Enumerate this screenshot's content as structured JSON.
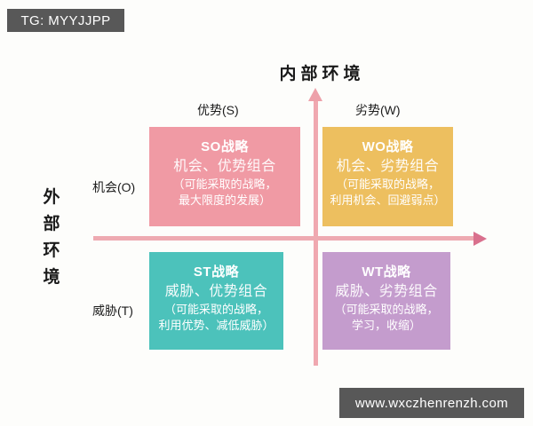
{
  "watermarks": {
    "top_left": "TG: MYYJJPP",
    "bottom_right": "www.wxczhenrenzh.com"
  },
  "axes": {
    "vertical_title": "内部环境",
    "horizontal_title": "外部环境",
    "horizontal_title_chars": [
      "外",
      "部",
      "环",
      "境"
    ],
    "column_labels": {
      "left": "优势(S)",
      "right": "劣势(W)"
    },
    "row_labels": {
      "top": "机会(O)",
      "bottom": "威胁(T)"
    }
  },
  "colors": {
    "so": "#f09aa4",
    "wo": "#edbf5f",
    "st": "#4cc2bb",
    "wt": "#c49ccd",
    "axis_pink": "#eeaab1",
    "arrow_head": "#d9708d",
    "watermark_bg": "#585858",
    "page_bg": "#fdfdfb"
  },
  "quadrants": {
    "so": {
      "title": "SO战略",
      "subtitle": "机会、优势组合",
      "note_line1": "（可能采取的战略，",
      "note_line2": "最大限度的发展）"
    },
    "wo": {
      "title": "WO战略",
      "subtitle": "机会、劣势组合",
      "note_line1": "（可能采取的战略，",
      "note_line2": "利用机会、回避弱点）"
    },
    "st": {
      "title": "ST战略",
      "subtitle": "威胁、优势组合",
      "note_line1": "（可能采取的战略，",
      "note_line2": "利用优势、减低威胁）"
    },
    "wt": {
      "title": "WT战略",
      "subtitle": "威胁、劣势组合",
      "note_line1": "（可能采取的战略，",
      "note_line2": "学习，收缩）"
    }
  }
}
